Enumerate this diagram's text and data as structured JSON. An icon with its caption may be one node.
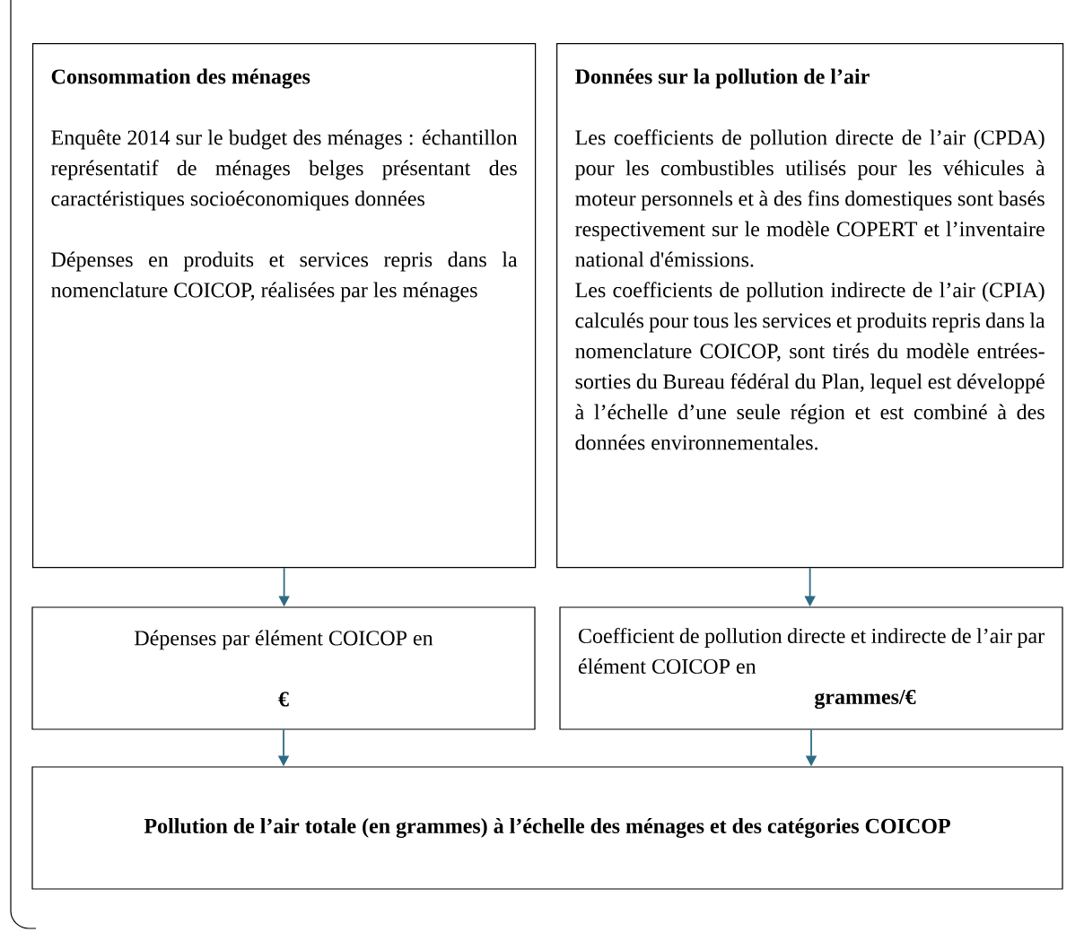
{
  "diagram": {
    "nodes": [
      {
        "text": [
          "Consommation des ménages",
          "Enquête 2014 sur le budget des ménages : échantillon représentatif de ménages belges présentant des caractéristiques socioéconomiques données",
          "Dépenses en produits et services repris dans la nomenclature COICOP, réalisées par les ménages"
        ]
      },
      {
        "text": [
          "Données sur la pollution de l’air",
          "Les coefficients de pollution directe de l’air (CPDA) pour les combustibles utilisés pour les véhicules à moteur personnels et à des fins domestiques sont basés respectivement sur le modèle COPERT et l’inventaire national d'émissions.",
          "Les coefficients de pollution indirecte de l’air (CPIA) calculés pour tous les services et produits repris dans la nomenclature COICOP, sont tirés du modèle entrées-sorties du Bureau fédéral du Plan, lequel est développé à l’échelle d’une seule région et est combiné à des données environnementales."
        ]
      },
      {
        "text": [
          "Dépenses par élément COICOP en",
          "€"
        ]
      },
      {
        "text": [
          "Coefficient de pollution directe et indirecte de l’air par élément COICOP en",
          "grammes/€"
        ]
      },
      {
        "text": [
          "Pollution de l’air totale (en grammes) à l’échelle des ménages et des catégories COICOP"
        ]
      }
    ],
    "edges": [
      {
        "from": 0,
        "to": 2,
        "arrow": "to"
      },
      {
        "from": 1,
        "to": 3,
        "arrow": "to"
      },
      {
        "from": 2,
        "to": 4,
        "arrow": "to"
      },
      {
        "from": 3,
        "to": 4,
        "arrow": "to"
      }
    ]
  }
}
